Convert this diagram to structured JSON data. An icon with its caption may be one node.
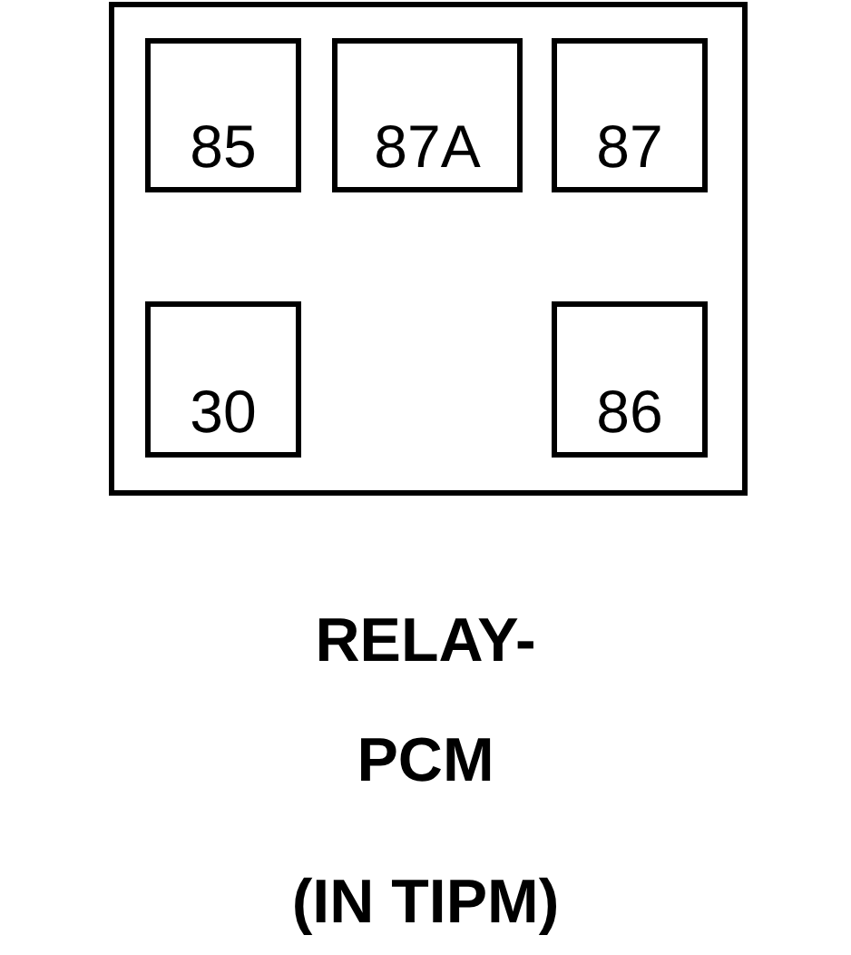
{
  "diagram": {
    "nodes": [
      {
        "text": [],
        "shape": "box"
      },
      {
        "text": [
          "85"
        ],
        "in": 0
      },
      {
        "text": [
          "87A"
        ],
        "in": 0
      },
      {
        "text": [
          "87"
        ],
        "in": 0
      },
      {
        "text": [
          "30"
        ],
        "in": 0
      },
      {
        "text": [
          "86"
        ],
        "in": 0
      }
    ],
    "labels": [
      "RELAY- PCM",
      "(IN TIPM)"
    ]
  }
}
